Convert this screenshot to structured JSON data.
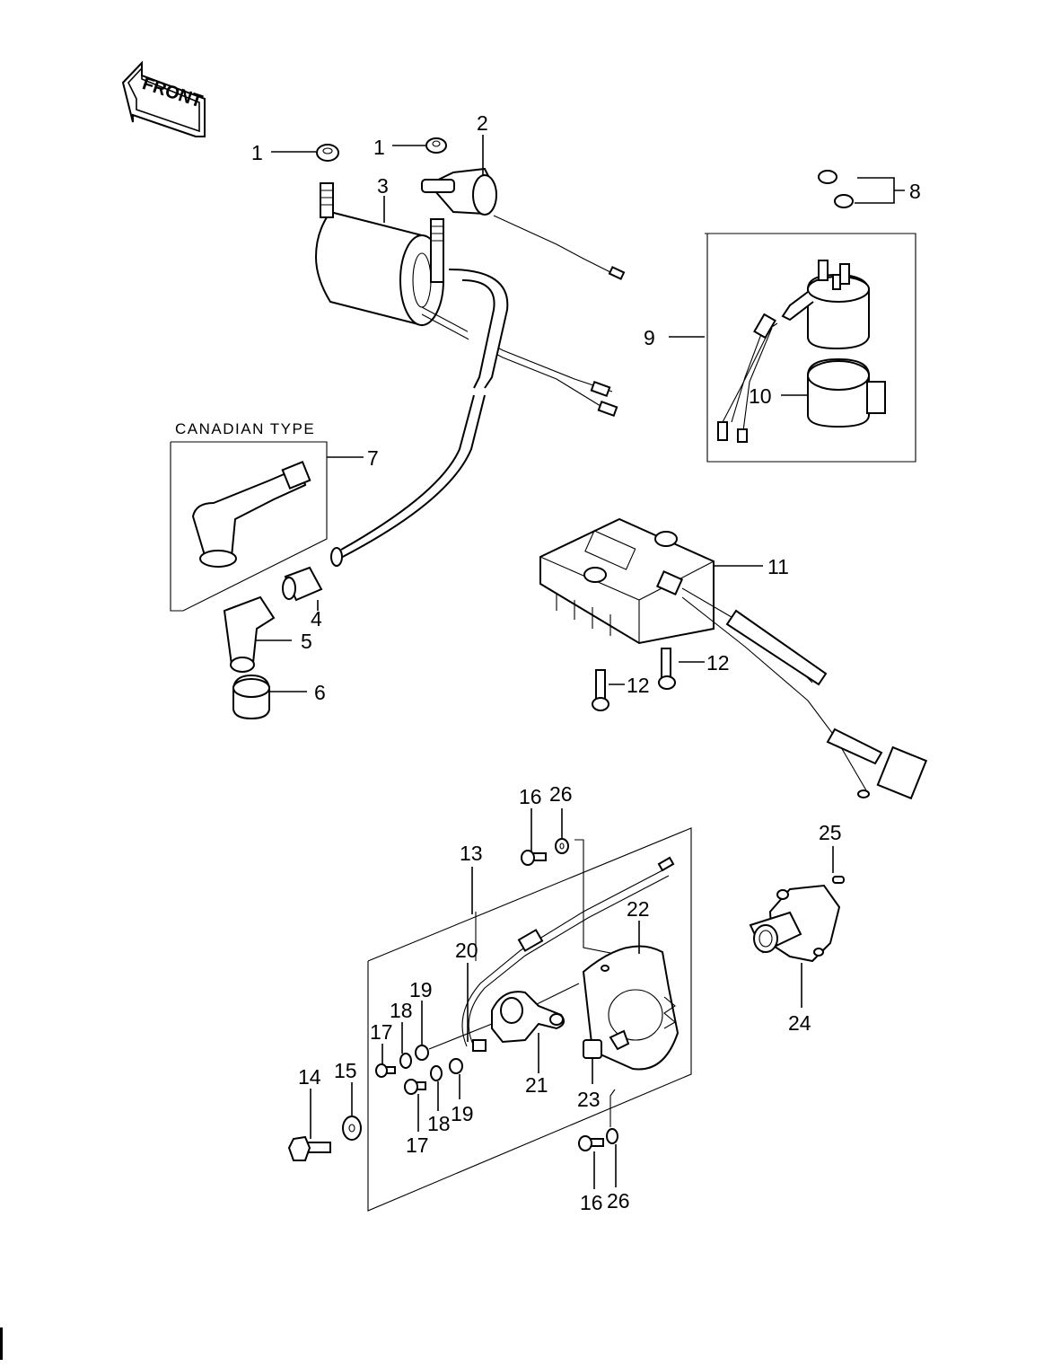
{
  "front_label": "FRONT",
  "canadian_caption": "CANADIAN TYPE",
  "callouts": {
    "c1a": "1",
    "c1b": "1",
    "c2": "2",
    "c3": "3",
    "c4": "4",
    "c5": "5",
    "c6": "6",
    "c7": "7",
    "c8": "8",
    "c9": "9",
    "c10": "10",
    "c11": "11",
    "c12a": "12",
    "c12b": "12",
    "c13": "13",
    "c14": "14",
    "c15": "15",
    "c16a": "16",
    "c16b": "16",
    "c17a": "17",
    "c17b": "17",
    "c18a": "18",
    "c18b": "18",
    "c19a": "19",
    "c19b": "19",
    "c20": "20",
    "c21": "21",
    "c22": "22",
    "c23": "23",
    "c24": "24",
    "c25": "25",
    "c26a": "26",
    "c26b": "26"
  }
}
